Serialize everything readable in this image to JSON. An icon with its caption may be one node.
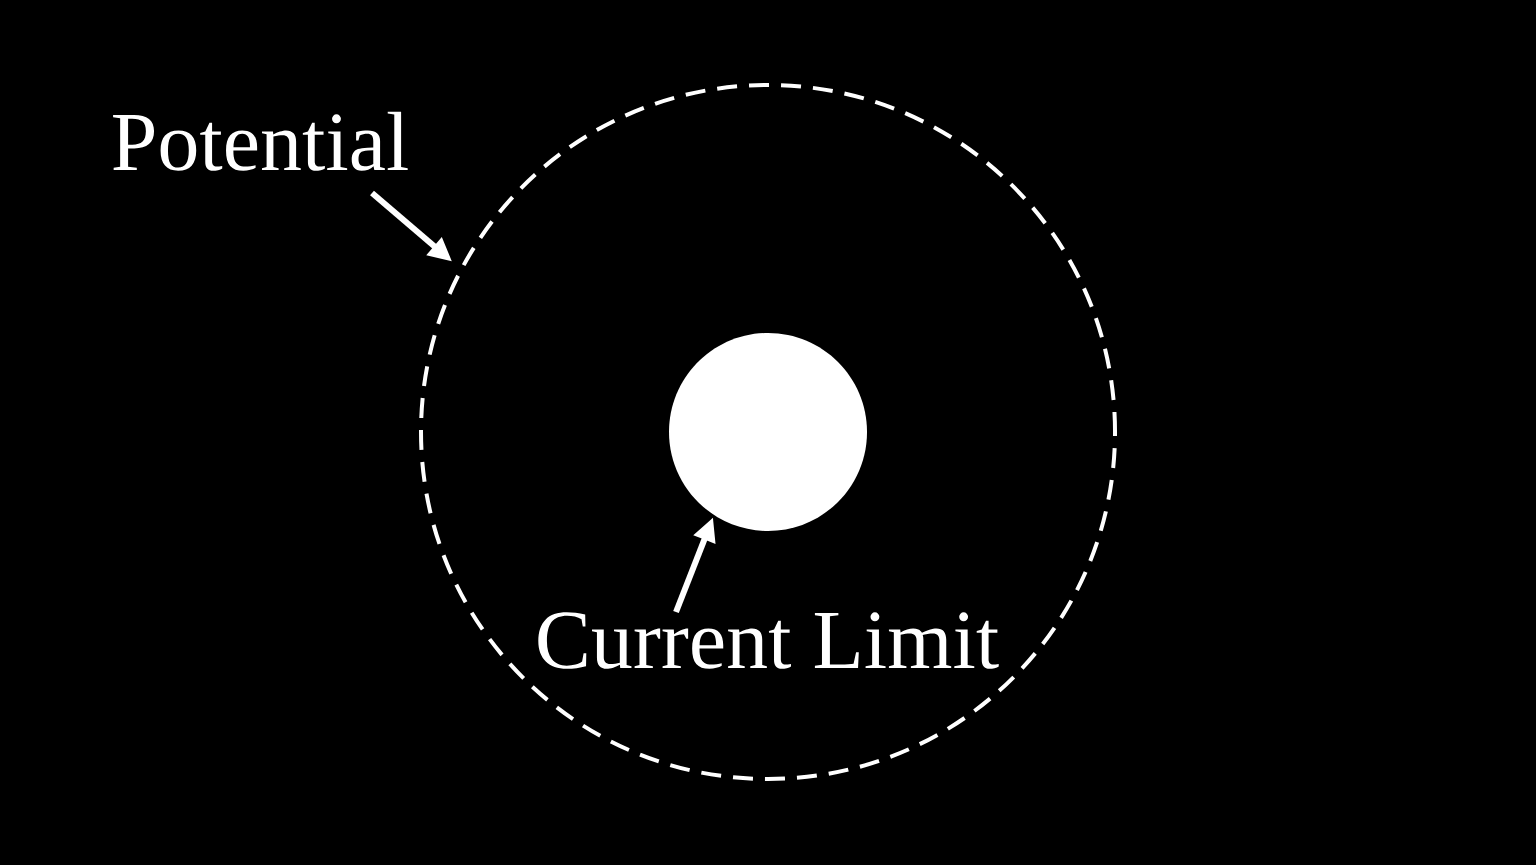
{
  "diagram": {
    "nodes": [
      {
        "text": [
          "Potential"
        ]
      },
      {
        "text": [],
        "shape": "circle"
      },
      {
        "text": [],
        "shape": "circle",
        "in": 1
      },
      {
        "text": [
          "Current Limit"
        ],
        "in": 1
      }
    ],
    "edges": [
      {
        "from": 0,
        "to": 1,
        "arrow": "to"
      },
      {
        "from": 3,
        "to": 2,
        "arrow": "to"
      }
    ]
  }
}
